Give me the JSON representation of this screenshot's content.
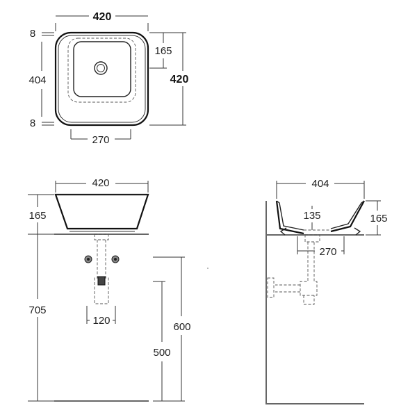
{
  "top_view": {
    "width": "420",
    "depth": "420",
    "margin_top": "8",
    "inner": "404",
    "margin_bottom": "8",
    "bowl_height": "165",
    "base": "270"
  },
  "front_view": {
    "width": "420",
    "height": "165",
    "total_height": "705",
    "height_600": "600",
    "height_500": "500",
    "spacing": "120"
  },
  "side_view": {
    "width": "404",
    "height": "165",
    "depth_135": "135",
    "base": "270"
  }
}
